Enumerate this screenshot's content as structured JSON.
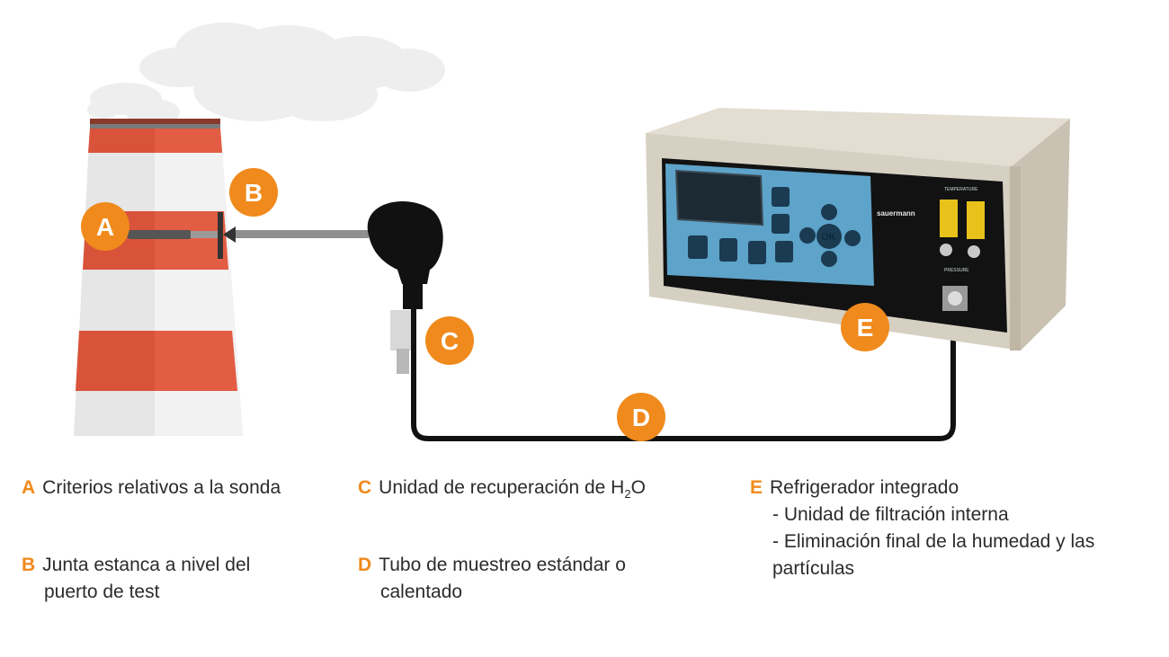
{
  "markers": [
    {
      "id": "A",
      "letter": "A"
    },
    {
      "id": "B",
      "letter": "B"
    },
    {
      "id": "C",
      "letter": "C"
    },
    {
      "id": "D",
      "letter": "D"
    },
    {
      "id": "E",
      "letter": "E"
    }
  ],
  "device": {
    "brand": "sauermann",
    "ok_label": "OK",
    "temperature_label": "TEMPERATURE",
    "pressure_label": "PRESSURE"
  },
  "legend": {
    "a": {
      "key": "A",
      "text": "Criterios relativos a la sonda"
    },
    "b": {
      "key": "B",
      "line1": "Junta estanca a nivel del",
      "line2": "puerto de test"
    },
    "c": {
      "key": "C",
      "text_before": "Unidad de recuperación de H",
      "subscript": "2",
      "text_after": "O"
    },
    "d": {
      "key": "D",
      "line1": "Tubo de muestreo estándar o",
      "line2": "calentado"
    },
    "e": {
      "key": "E",
      "title": "Refrigerador integrado",
      "item1": "- Unidad de filtración interna",
      "item2": "- Eliminación final de la humedad y las",
      "item2_cont": "partículas"
    }
  },
  "colors": {
    "accent_orange": "#f08a1c",
    "chimney_red": "#d9533a",
    "device_beige": "#d8d2c4",
    "panel_blue": "#5ea3c9"
  }
}
